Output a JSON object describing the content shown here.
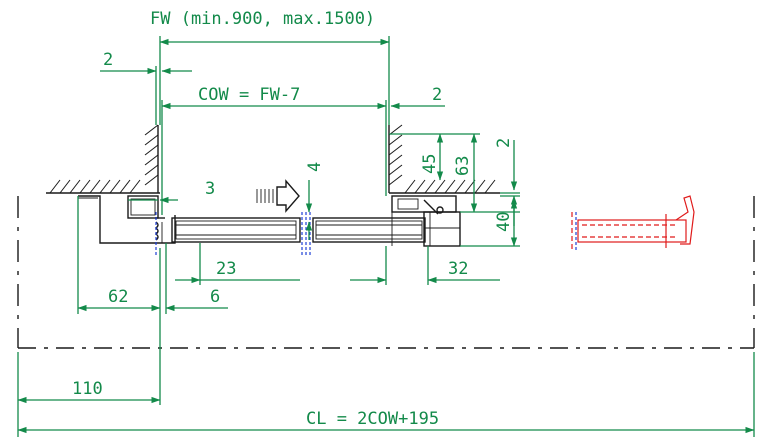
{
  "dimensions": {
    "fw_label": "FW (min.900, max.1500)",
    "cow_label": "COW = FW-7",
    "gap_left": "2",
    "gap_right": "2",
    "vertical_2": "2",
    "dim_45": "45",
    "dim_63": "63",
    "dim_4": "4",
    "dim_40": "40",
    "dim_3": "3",
    "dim_23": "23",
    "dim_32": "32",
    "dim_62": "62",
    "dim_6": "6",
    "dim_110": "110",
    "cl_label": "CL = 2COW+195"
  },
  "colors": {
    "dimension": "#138a4a",
    "outline": "#1a1a1a",
    "leaf_edge": "#1f3fd6",
    "stacked_leaf": "#e01b1b"
  },
  "icons": {
    "direction": "hollow-arrow-right-icon"
  }
}
